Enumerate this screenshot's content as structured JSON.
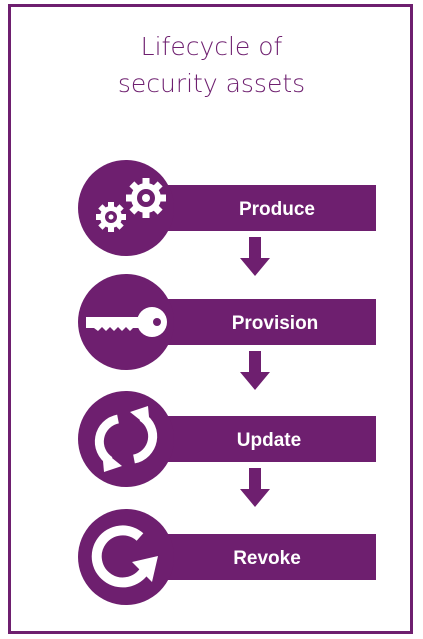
{
  "title": {
    "line1": "Lifecycle of",
    "line2": "security assets"
  },
  "colors": {
    "primary": "#6e1f6f",
    "background": "#ffffff",
    "text_on_primary": "#ffffff"
  },
  "stages": [
    {
      "label": "Produce",
      "icon": "gears-icon"
    },
    {
      "label": "Provision",
      "icon": "key-icon"
    },
    {
      "label": "Update",
      "icon": "refresh-icon"
    },
    {
      "label": "Revoke",
      "icon": "revoke-icon"
    }
  ]
}
